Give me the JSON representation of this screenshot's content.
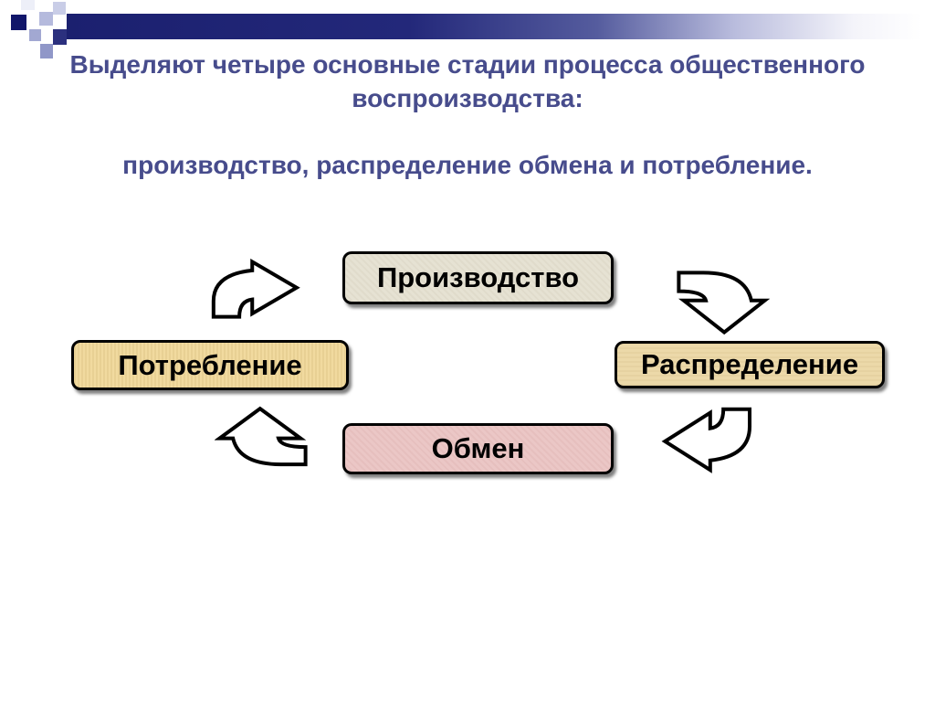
{
  "title": {
    "paragraph1": "Выделяют четыре основные стадии процесса общественного воспроизводства:",
    "paragraph2": "производство, распределение обмена и потребление."
  },
  "diagram": {
    "nodes": [
      {
        "id": "production",
        "label": "Производство",
        "fill": "#e6e2d3"
      },
      {
        "id": "distribution",
        "label": "Распределение",
        "fill": "#ecd9a9"
      },
      {
        "id": "exchange",
        "label": "Обмен",
        "fill": "#ebc7c6"
      },
      {
        "id": "consumption",
        "label": "Потребление",
        "fill": "#f1da9f"
      }
    ],
    "arrows": [
      {
        "from": "consumption",
        "to": "production",
        "direction": "right"
      },
      {
        "from": "production",
        "to": "distribution",
        "direction": "down"
      },
      {
        "from": "distribution",
        "to": "exchange",
        "direction": "left"
      },
      {
        "from": "exchange",
        "to": "consumption",
        "direction": "up"
      }
    ]
  },
  "colors": {
    "title_text": "#474c8c",
    "top_bar_start": "#1b206f",
    "top_bar_end": "#ffffff",
    "node_border": "#000000",
    "arrow_fill": "#ffffff",
    "arrow_stroke": "#000000",
    "background": "#ffffff"
  }
}
